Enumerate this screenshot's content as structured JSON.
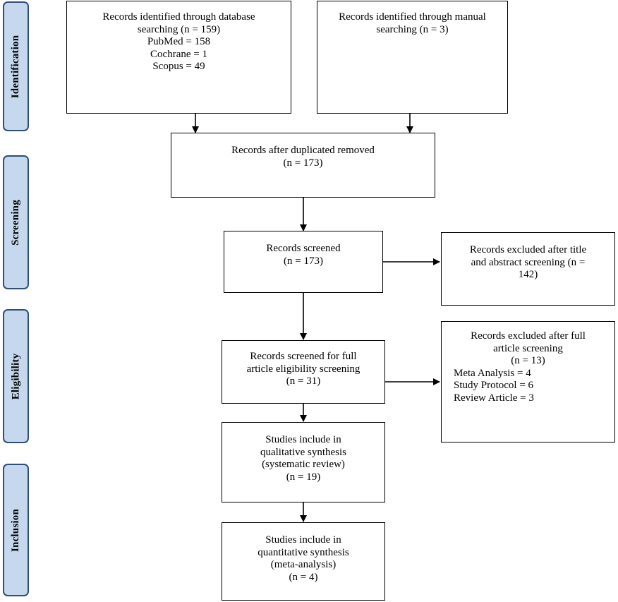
{
  "phases": {
    "identification": "Identification",
    "screening": "Screening",
    "eligibility": "Eligibility",
    "inclusion": "Inclusion"
  },
  "boxes": {
    "db_search": [
      "Records identified through database",
      "searching (n = 159)",
      "PubMed = 158",
      "Cochrane = 1",
      "Scopus = 49"
    ],
    "manual_search": [
      "Records identified through manual",
      "searching (n = 3)"
    ],
    "dedup": [
      "Records after duplicated removed",
      "(n = 173)"
    ],
    "screened": [
      "Records screened",
      "(n = 173)"
    ],
    "excluded_title": [
      "Records excluded after title",
      "and abstract screening (n =",
      "142)"
    ],
    "fulltext": [
      "Records screened for full",
      "article eligibility screening",
      "(n = 31)"
    ],
    "excluded_full_head": [
      "Records excluded after full",
      "article screening",
      "(n = 13)"
    ],
    "excluded_full_items": [
      "Meta Analysis = 4",
      "Study Protocol = 6",
      "Review Article = 3"
    ],
    "qualitative": [
      "Studies include in",
      "qualitative synthesis",
      "(systematic review)",
      "(n = 19)"
    ],
    "quantitative": [
      "Studies include in",
      "quantitative synthesis",
      "(meta-analysis)",
      "(n = 4)"
    ]
  }
}
